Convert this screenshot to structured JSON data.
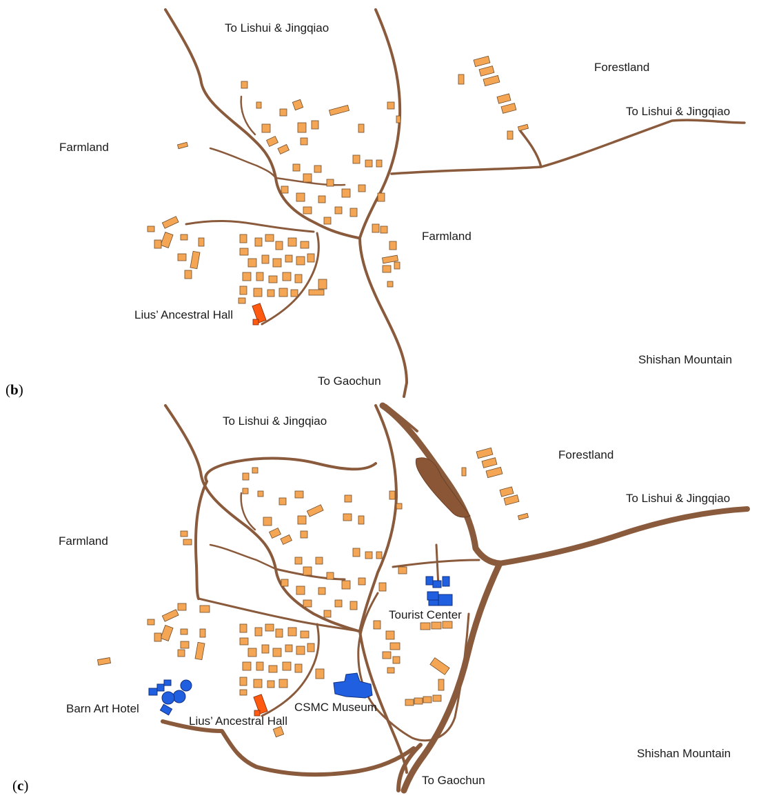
{
  "colors": {
    "road": "#8a5a3c",
    "major_road": "#8b5636",
    "building": "#f4a655",
    "ancestral_hall": "#ff5a10",
    "new_development": "#1f5fe0",
    "background": "#ffffff"
  },
  "panels": [
    {
      "id": "b",
      "paren_open": "(",
      "letter": "b",
      "paren_close": ")",
      "labels": {
        "north_road": "To Lishui & Jingqiao",
        "east_road": "To Lishui & Jingqiao",
        "forestland": "Forestland",
        "farmland_west": "Farmland",
        "farmland_east": "Farmland",
        "ancestral_hall": "Lius’ Ancestral Hall",
        "mountain": "Shishan Mountain",
        "south_road": "To Gaochun"
      }
    },
    {
      "id": "c",
      "paren_open": "(",
      "letter": "c",
      "paren_close": ")",
      "labels": {
        "north_road": "To Lishui & Jingqiao",
        "east_road": "To Lishui & Jingqiao",
        "forestland": "Forestland",
        "farmland_west": "Farmland",
        "tourist_center": "Tourist Center",
        "barn_art_hotel": "Barn Art Hotel",
        "ancestral_hall": "Lius’ Ancestral Hall",
        "csmc_museum": "CSMC Museum",
        "mountain": "Shishan Mountain",
        "south_road": "To Gaochun"
      }
    }
  ]
}
